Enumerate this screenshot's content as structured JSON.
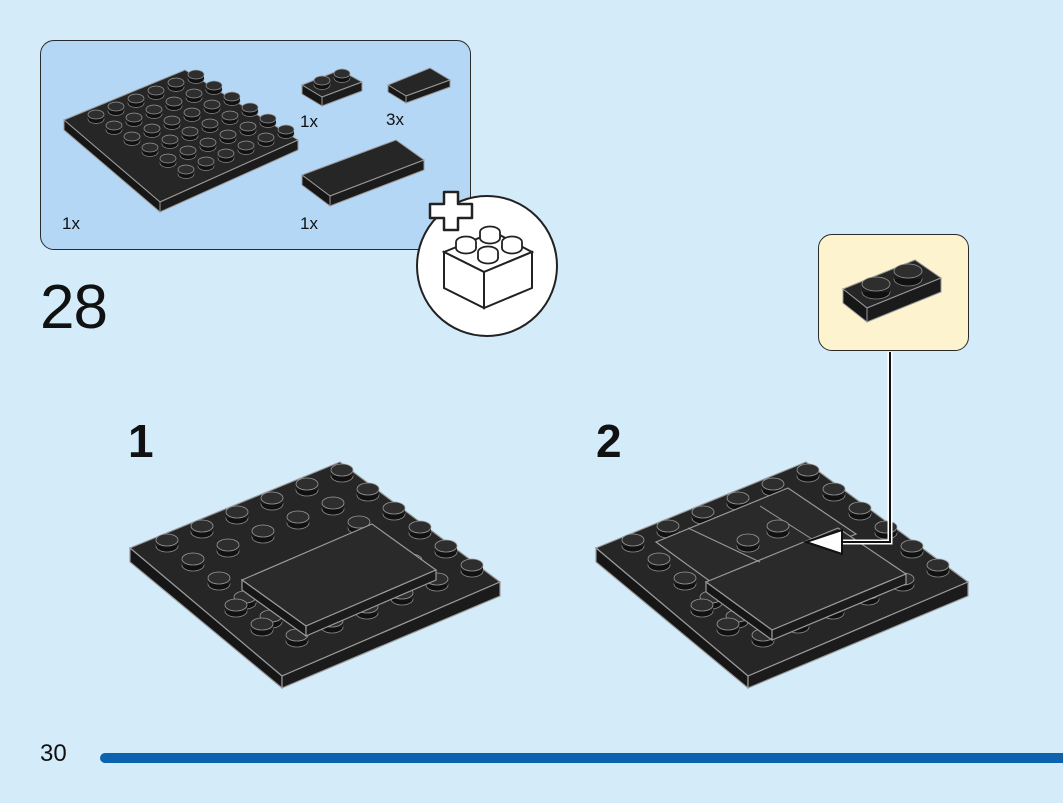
{
  "page": {
    "number": "30"
  },
  "parts_list": {
    "items": [
      {
        "part": "plate-6x6-black",
        "qty": "1x"
      },
      {
        "part": "plate-1x2-black",
        "qty": "1x"
      },
      {
        "part": "tile-1x2-black",
        "qty": "3x"
      },
      {
        "part": "tile-2x4-black",
        "qty": "1x"
      }
    ]
  },
  "step": {
    "number": "28",
    "substeps": [
      {
        "label": "1"
      },
      {
        "label": "2"
      }
    ]
  },
  "colors": {
    "background": "#d4ebfa",
    "parts_box": "#b4d7f5",
    "callout": "#fdf4cf",
    "brick": "#262626",
    "progress": "#0c62ad"
  }
}
